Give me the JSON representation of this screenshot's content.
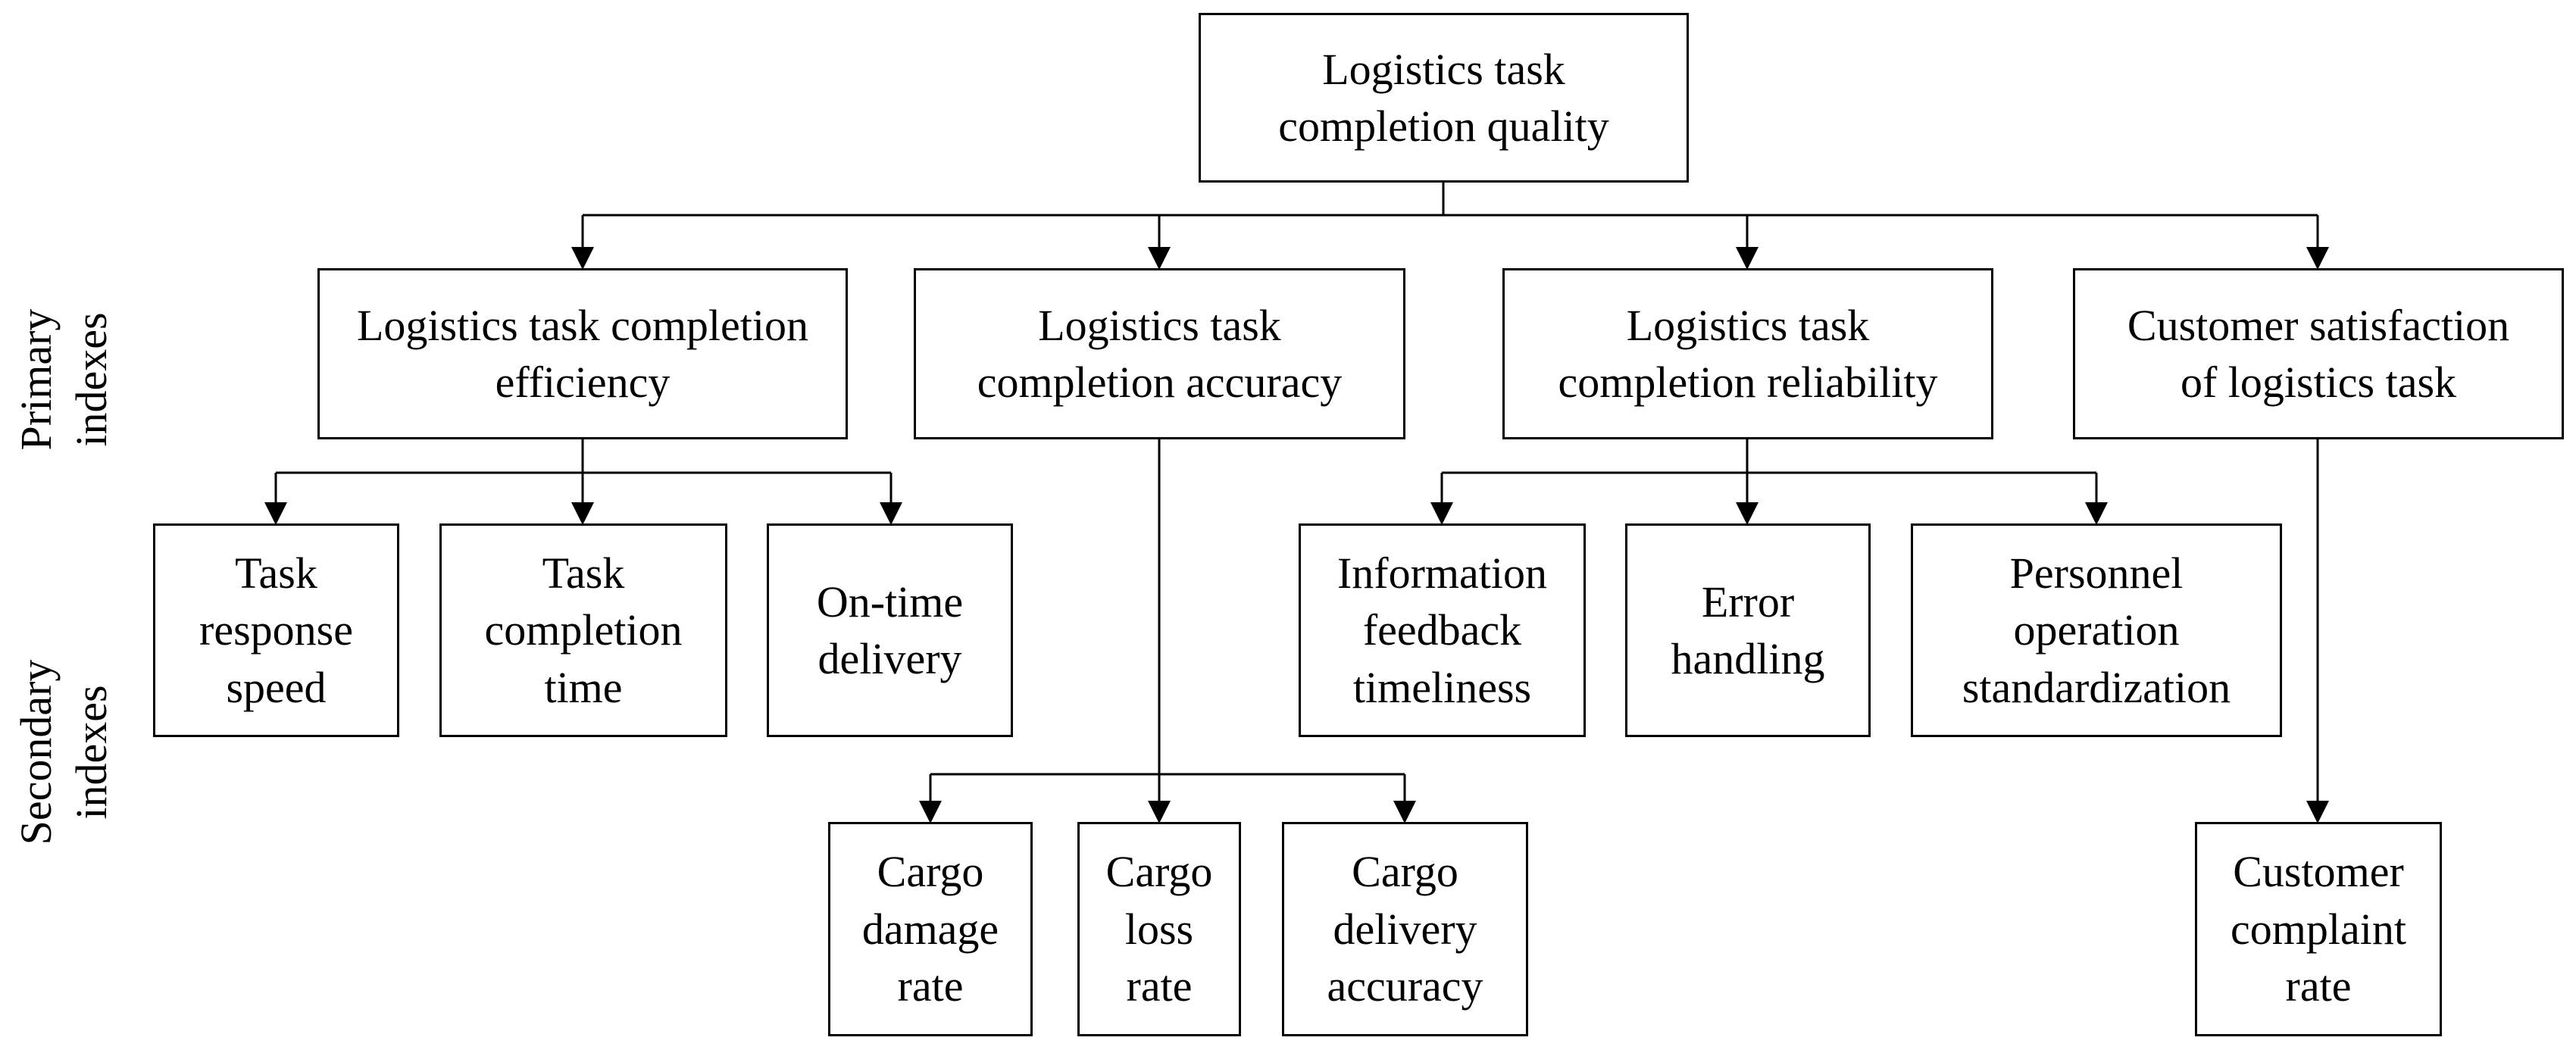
{
  "side_labels": {
    "primary": [
      "Primary",
      "indexes"
    ],
    "secondary": [
      "Secondary",
      "indexes"
    ]
  },
  "root": {
    "lines": [
      "Logistics task",
      "completion quality"
    ]
  },
  "primary": {
    "efficiency": {
      "lines": [
        "Logistics task completion",
        "efficiency"
      ]
    },
    "accuracy": {
      "lines": [
        "Logistics task",
        "completion accuracy"
      ]
    },
    "reliability": {
      "lines": [
        "Logistics task",
        "completion reliability"
      ]
    },
    "satisfaction": {
      "lines": [
        "Customer satisfaction",
        "of logistics task"
      ]
    }
  },
  "secondary": {
    "response_speed": {
      "lines": [
        "Task",
        "response",
        "speed"
      ]
    },
    "completion_time": {
      "lines": [
        "Task",
        "completion",
        "time"
      ]
    },
    "on_time": {
      "lines": [
        "On-time",
        "delivery"
      ]
    },
    "damage_rate": {
      "lines": [
        "Cargo",
        "damage",
        "rate"
      ]
    },
    "loss_rate": {
      "lines": [
        "Cargo",
        "loss",
        "rate"
      ]
    },
    "delivery_accuracy": {
      "lines": [
        "Cargo",
        "delivery",
        "accuracy"
      ]
    },
    "feedback": {
      "lines": [
        "Information",
        "feedback",
        "timeliness"
      ]
    },
    "error": {
      "lines": [
        "Error",
        "handling"
      ]
    },
    "personnel": {
      "lines": [
        "Personnel",
        "operation",
        "standardization"
      ]
    },
    "complaint": {
      "lines": [
        "Customer",
        "complaint",
        "rate"
      ]
    }
  }
}
